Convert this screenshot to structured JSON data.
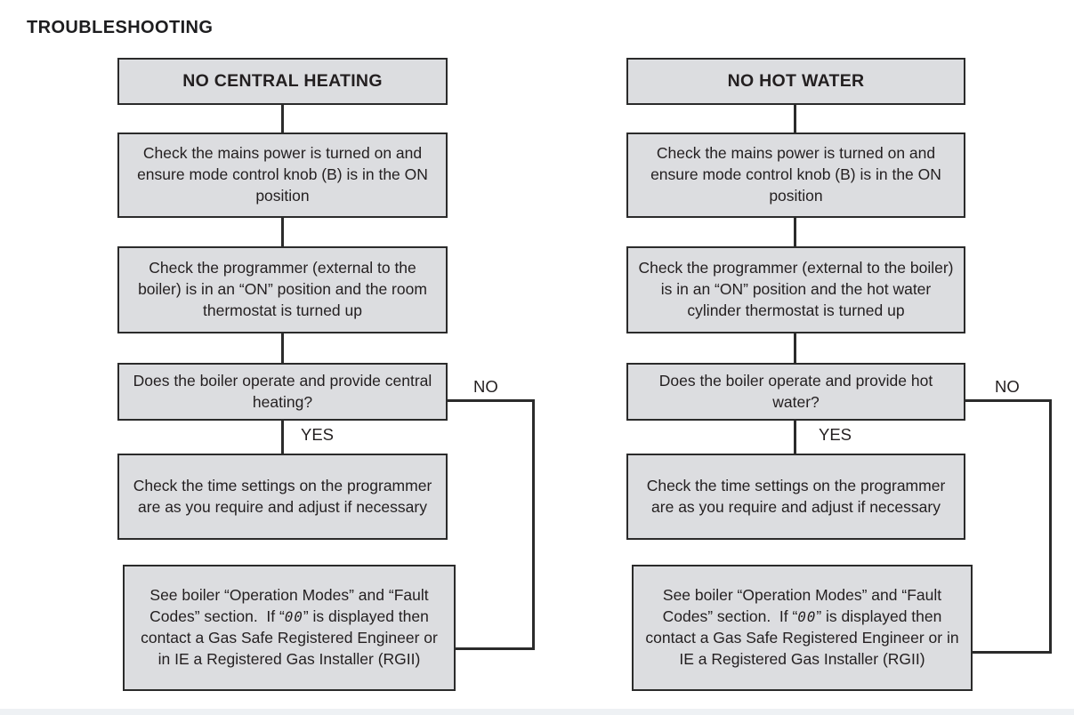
{
  "page": {
    "title": "TROUBLESHOOTING"
  },
  "labels": {
    "yes": "YES",
    "no": "NO"
  },
  "colors": {
    "box_fill": "#dcdde0",
    "box_border": "#2b2b2b",
    "text": "#231f20",
    "footer_bar": "#eef1f4"
  },
  "columns": [
    {
      "header": "NO CENTRAL HEATING",
      "steps": [
        "Check the mains power is turned on and ensure mode control knob (B) is in the ON position",
        "Check the programmer (external to the boiler) is in an “ON” position and the room thermostat is turned up",
        "Does the boiler operate and provide central heating?",
        "Check the time settings on the programmer are as you require and adjust if necessary"
      ],
      "final": {
        "pre": "See boiler “Operation Modes” and “Fault Codes” section.  If “",
        "display_code": "00",
        "post": "” is displayed then contact a Gas Safe Registered Engineer or in IE a Registered Gas Installer (RGII)"
      }
    },
    {
      "header": "NO HOT WATER",
      "steps": [
        "Check the mains power is turned on and ensure mode control knob (B) is in the ON position",
        "Check the programmer (external to the boiler) is in an “ON” position and the hot water cylinder thermostat is turned up",
        "Does the boiler operate and provide hot water?",
        "Check the time settings on the programmer are as you require and adjust if necessary"
      ],
      "final": {
        "pre": "See boiler “Operation Modes” and “Fault Codes” section.  If “",
        "display_code": "00",
        "post": "” is displayed then contact a Gas Safe Registered Engineer or in IE a Registered Gas Installer (RGII)"
      }
    }
  ]
}
